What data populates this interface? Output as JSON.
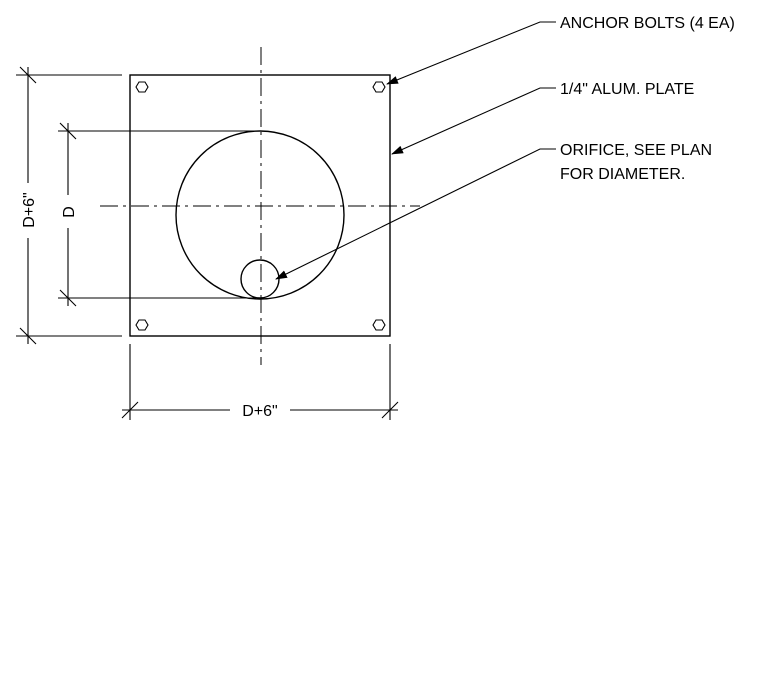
{
  "labels": {
    "anchor_bolts": "ANCHOR BOLTS (4 EA)",
    "plate": "1/4\" ALUM. PLATE",
    "orifice_line1": "ORIFICE, SEE PLAN",
    "orifice_line2": "FOR DIAMETER."
  },
  "dimensions": {
    "overall_width": "D+6\"",
    "overall_height": "D+6\"",
    "opening_diameter": "D"
  }
}
